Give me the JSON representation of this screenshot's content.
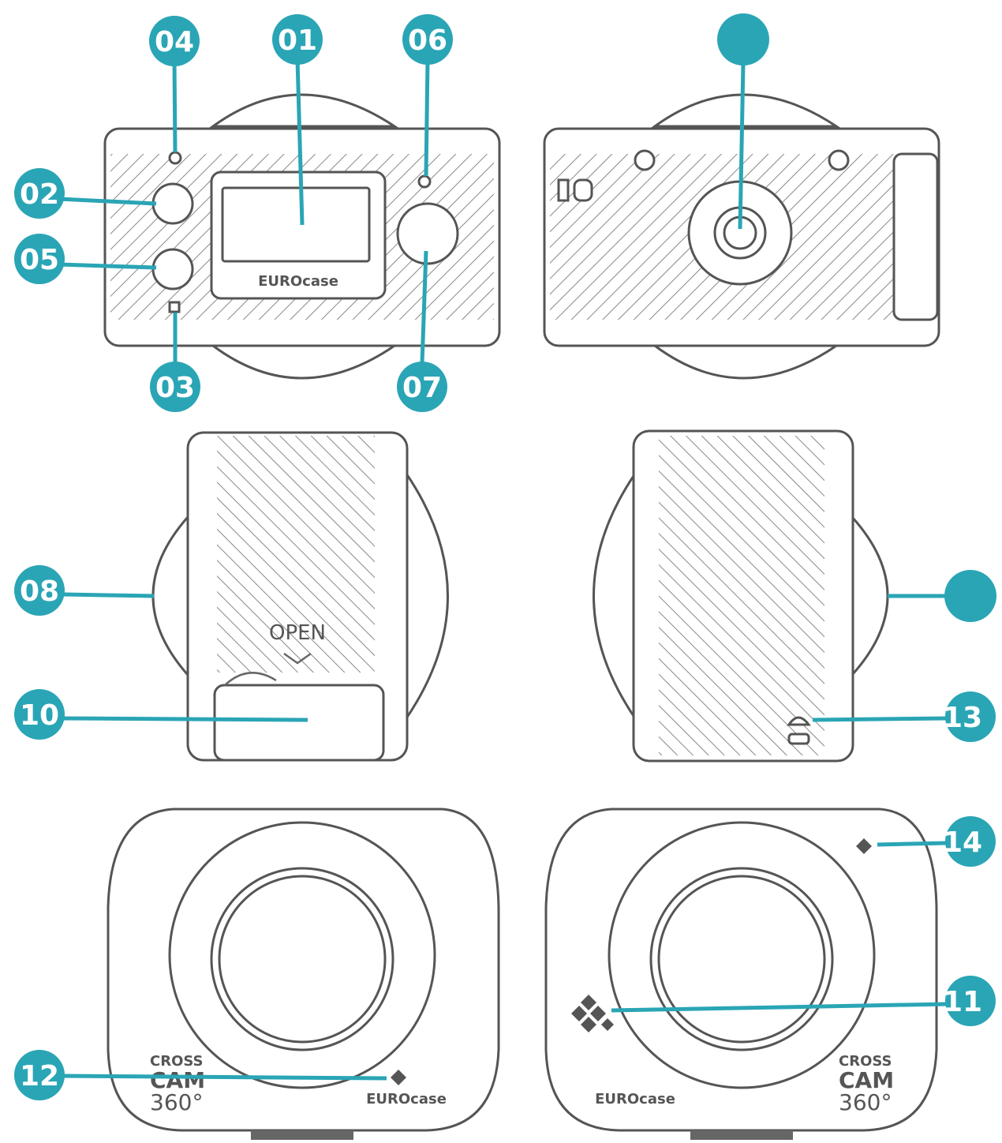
{
  "callouts": [
    {
      "id": "c01",
      "label": "01"
    },
    {
      "id": "c02",
      "label": "02"
    },
    {
      "id": "c03",
      "label": "03"
    },
    {
      "id": "c04",
      "label": "04"
    },
    {
      "id": "c05",
      "label": "05"
    },
    {
      "id": "c06",
      "label": "06"
    },
    {
      "id": "c07",
      "label": "07"
    },
    {
      "id": "c08",
      "label": "08"
    },
    {
      "id": "c09",
      "label": ""
    },
    {
      "id": "c10",
      "label": "10"
    },
    {
      "id": "c11",
      "label": "11"
    },
    {
      "id": "c12",
      "label": "12"
    },
    {
      "id": "c13",
      "label": "13"
    },
    {
      "id": "c14",
      "label": "14"
    },
    {
      "id": "c15",
      "label": ""
    }
  ],
  "printed_text": {
    "brand": "EUROcase",
    "open_label": "OPEN",
    "logo_cross": "CROSS",
    "logo_cam": "CAM",
    "logo_360": "360°"
  },
  "colors": {
    "callout": "#2aa5b5",
    "outline": "#555555"
  }
}
